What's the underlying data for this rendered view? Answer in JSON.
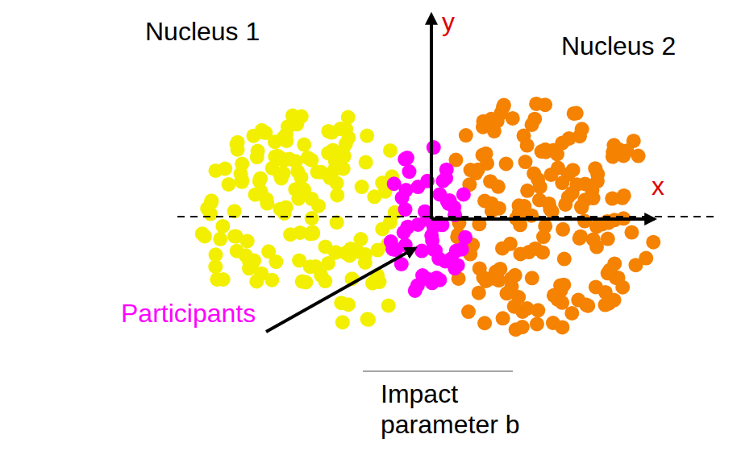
{
  "diagram": {
    "labels": [
      "Nucleus 1",
      "y",
      "Nucleus 2",
      "x",
      "Participants",
      "Impact parameter b"
    ]
  }
}
